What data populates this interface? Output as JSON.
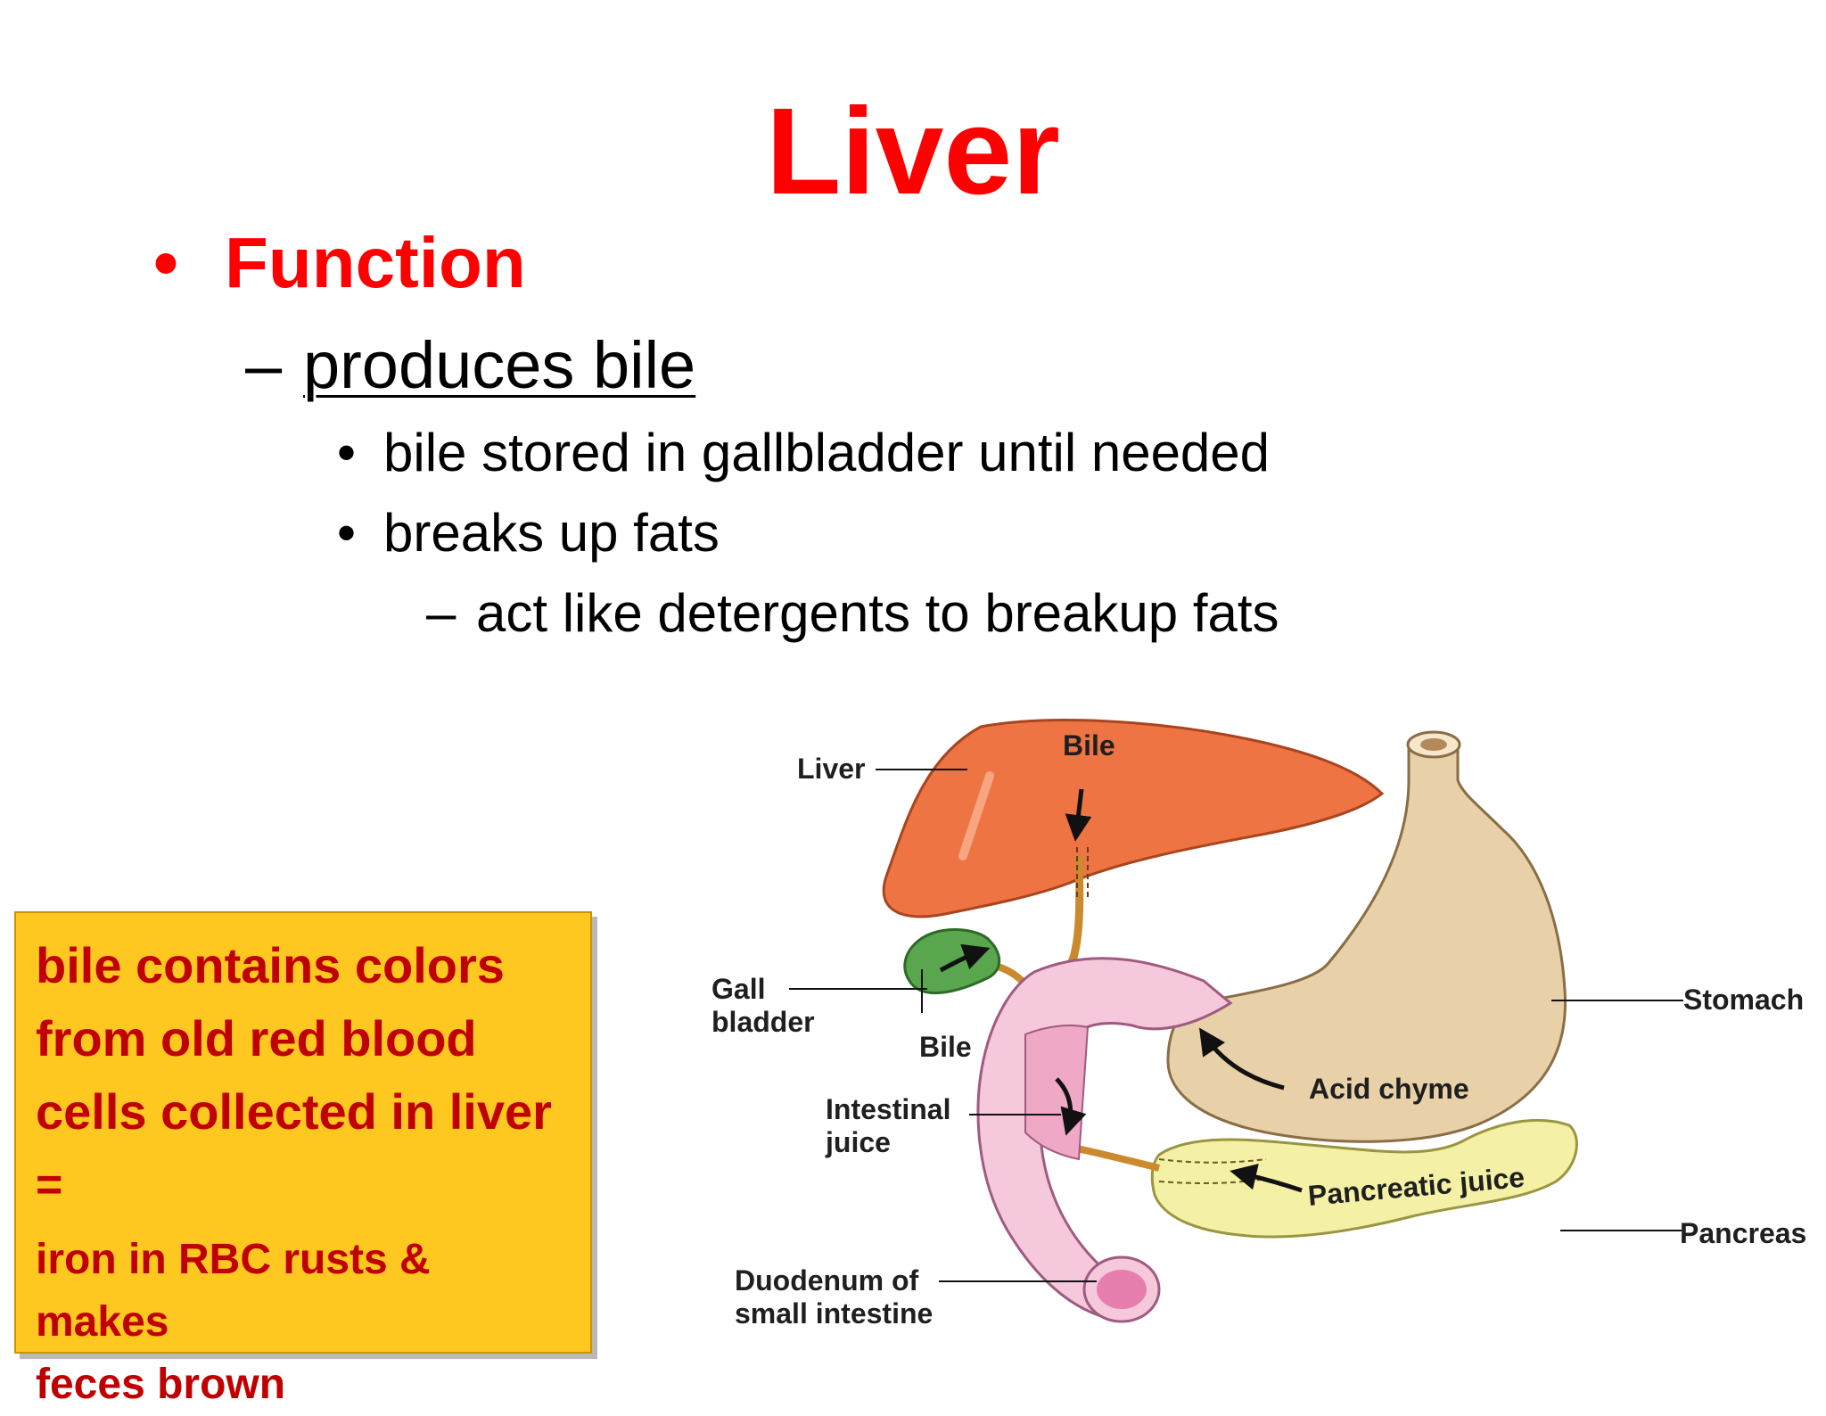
{
  "slide": {
    "title": "Liver",
    "bullet_marker": "•",
    "dash_marker": "–",
    "bullet1": "Function",
    "bullet2": "produces bile",
    "bullet3a": "bile stored in gallbladder until needed",
    "bullet3b": "breaks up fats",
    "bullet4": "act like detergents to breakup fats"
  },
  "callout": {
    "lines": [
      "bile contains colors",
      "from old red blood",
      "cells collected in liver"
    ],
    "equals": "=",
    "result_lines": [
      "iron in RBC rusts & makes",
      "feces brown"
    ]
  },
  "diagram": {
    "labels": {
      "liver": "Liver",
      "bile_top": "Bile",
      "gall_1": "Gall",
      "gall_2": "bladder",
      "bile_bottom": "Bile",
      "intestinal_1": "Intestinal",
      "intestinal_2": "juice",
      "duodenum_1": "Duodenum of",
      "duodenum_2": "small intestine",
      "stomach": "Stomach",
      "acid_chyme": "Acid chyme",
      "pancreatic_juice": "Pancreatic juice",
      "pancreas": "Pancreas"
    }
  },
  "colors": {
    "title_red": "#ff0000",
    "callout_fill": "#ffc820",
    "callout_text": "#c00000",
    "liver": "#ef7443",
    "gallbladder": "#5aa64e",
    "stomach": "#e8d0a8",
    "pancreas": "#f4f1a6",
    "intestine": "#f6c8dc",
    "bile_duct": "#cc8a2e"
  }
}
